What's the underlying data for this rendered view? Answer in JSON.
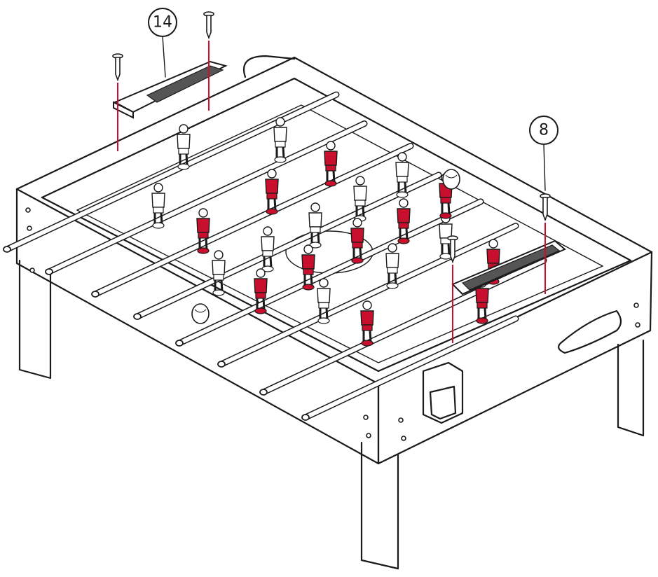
{
  "callouts": [
    {
      "label": "14",
      "part": "score-counter-left"
    },
    {
      "label": "8",
      "part": "screw"
    }
  ],
  "colors": {
    "outline": "#1a1a1a",
    "team_red": "#c8102e",
    "team_white": "#ffffff",
    "guide_line": "#c8102e"
  }
}
